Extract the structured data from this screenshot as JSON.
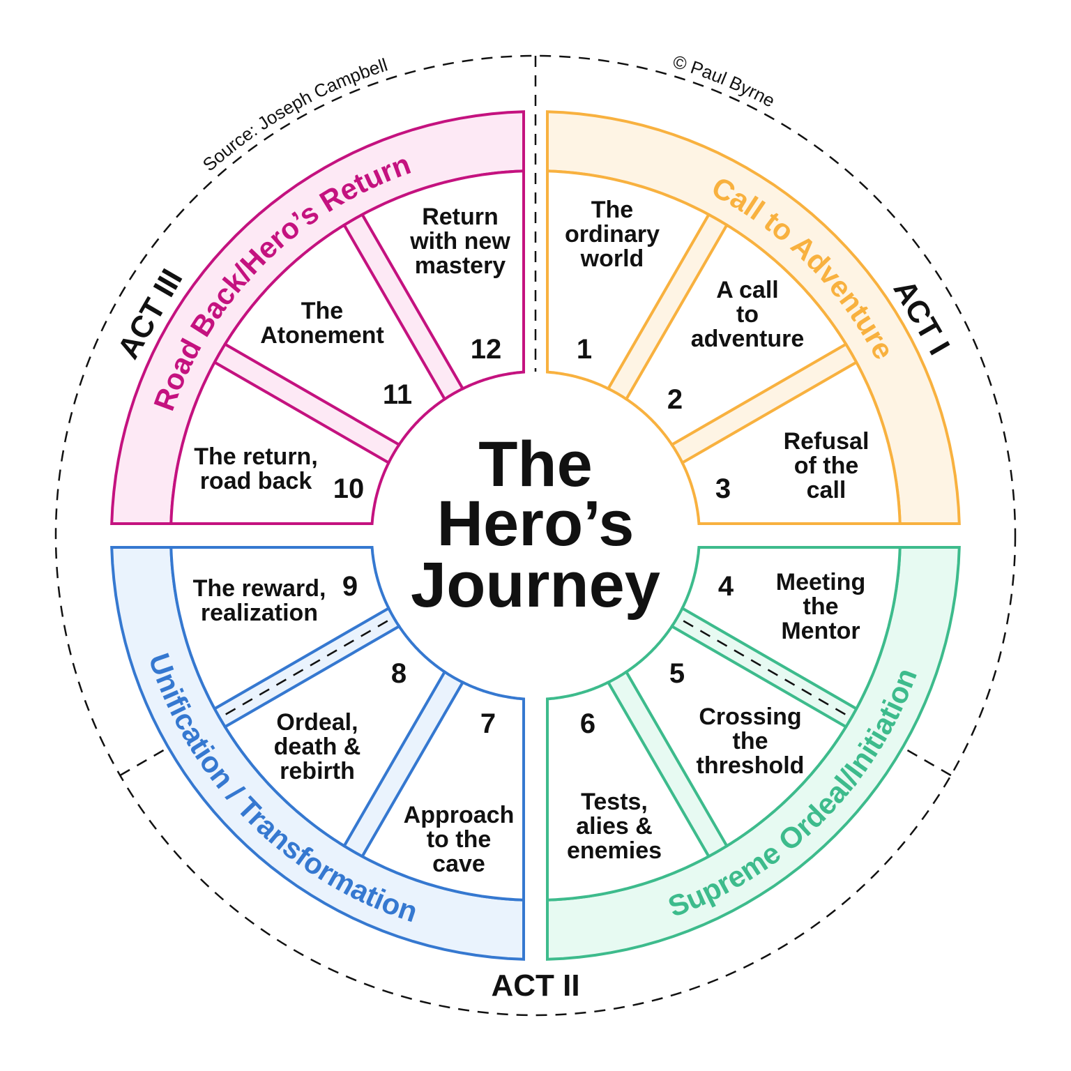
{
  "title": [
    "The",
    "Hero’s",
    "Journey"
  ],
  "credits": {
    "source": "Source: Joseph Campbell",
    "author": "© Paul Byrne"
  },
  "acts": {
    "act1": "ACT I",
    "act2": "ACT II",
    "act3": "ACT III"
  },
  "quadrants": [
    {
      "id": "call",
      "band_label": "Call to Adventure",
      "color": "#F8B13F",
      "light": "#FEF4E4"
    },
    {
      "id": "return",
      "band_label": "Road Back/Hero’s Return",
      "color": "#C4127F",
      "light": "#FDE9F5"
    },
    {
      "id": "unification",
      "band_label": "Unification / Transformation",
      "color": "#3578D0",
      "light": "#EAF3FD"
    },
    {
      "id": "ordeal",
      "band_label": "Supreme Ordeal/Initiation",
      "color": "#3DBB8C",
      "light": "#E7FAF2"
    }
  ],
  "stages": [
    {
      "number": "1",
      "lines": [
        "The",
        "ordinary",
        "world"
      ]
    },
    {
      "number": "2",
      "lines": [
        "A call",
        "to",
        "adventure"
      ]
    },
    {
      "number": "3",
      "lines": [
        "Refusal",
        "of the",
        "call"
      ]
    },
    {
      "number": "4",
      "lines": [
        "Meeting",
        "the",
        "Mentor"
      ]
    },
    {
      "number": "5",
      "lines": [
        "Crossing",
        "the",
        "threshold"
      ]
    },
    {
      "number": "6",
      "lines": [
        "Tests,",
        "alies &",
        "enemies"
      ]
    },
    {
      "number": "7",
      "lines": [
        "Approach",
        "to the",
        "cave"
      ]
    },
    {
      "number": "8",
      "lines": [
        "Ordeal,",
        "death &",
        "rebirth"
      ]
    },
    {
      "number": "9",
      "lines": [
        "The reward,",
        "realization"
      ]
    },
    {
      "number": "10",
      "lines": [
        "The return,",
        "road back"
      ]
    },
    {
      "number": "11",
      "lines": [
        "The",
        "Atonement"
      ]
    },
    {
      "number": "12",
      "lines": [
        "Return",
        "with new",
        "mastery"
      ]
    }
  ]
}
